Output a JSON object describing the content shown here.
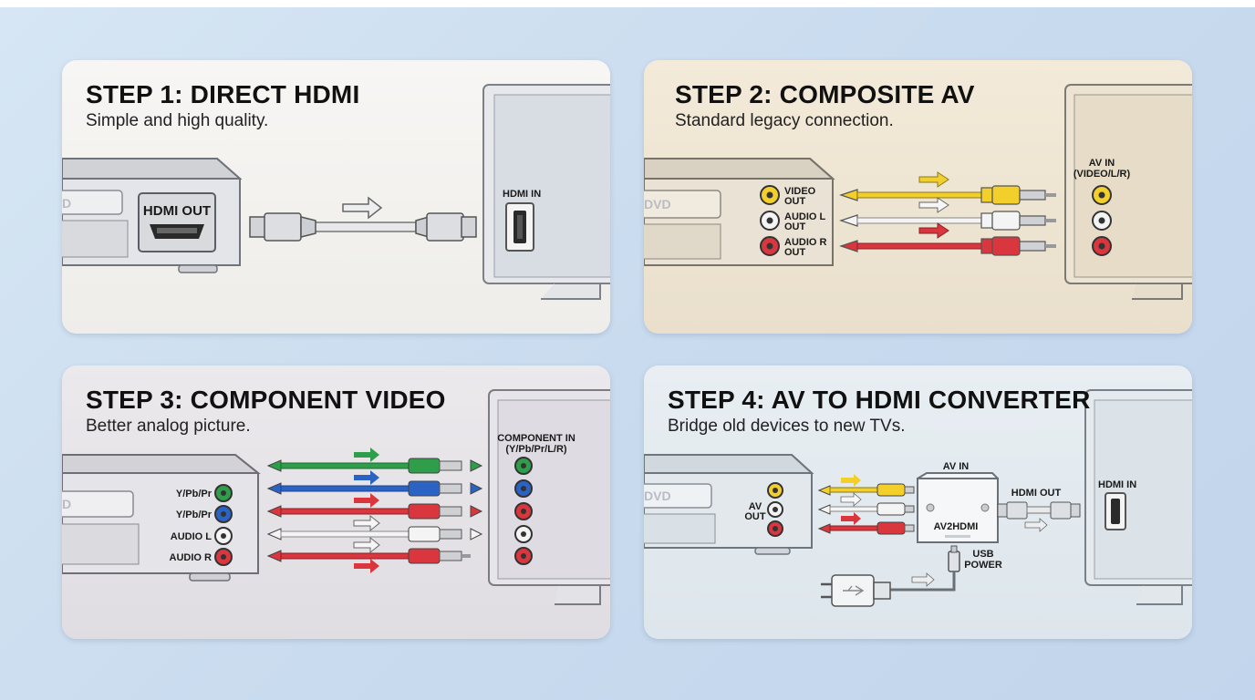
{
  "steps": [
    {
      "title": "STEP 1: DIRECT HDMI",
      "subtitle": "Simple and high quality.",
      "labels": {
        "dvd": "D",
        "hdmi_out": "HDMI OUT",
        "hdmi_in": "HDMI IN"
      }
    },
    {
      "title": "STEP 2: COMPOSITE AV",
      "subtitle": "Standard legacy connection.",
      "labels": {
        "dvd": "DVD",
        "video_out_1": "VIDEO",
        "video_out_2": "OUT",
        "audio_l_1": "AUDIO L",
        "audio_l_2": "OUT",
        "audio_r_1": "AUDIO R",
        "audio_r_2": "OUT",
        "av_in_1": "AV IN",
        "av_in_2": "(VIDEO/L/R)"
      }
    },
    {
      "title": "STEP 3: COMPONENT VIDEO",
      "subtitle": "Better analog picture.",
      "labels": {
        "dvd": "D",
        "y1": "Y/Pb/Pr",
        "y2": "Y/Pb/Pr",
        "audio_l": "AUDIO L",
        "audio_r": "AUDIO R",
        "comp_in_1": "COMPONENT IN",
        "comp_in_2": "(Y/Pb/Pr/L/R)"
      }
    },
    {
      "title": "STEP 4: AV TO HDMI CONVERTER",
      "subtitle": "Bridge old devices to new TVs.",
      "labels": {
        "dvd": "DVD",
        "av_out_1": "AV",
        "av_out_2": "OUT",
        "av_in": "AV IN",
        "converter": "AV2HDMI",
        "hdmi_out": "HDMI OUT",
        "hdmi_in": "HDMI IN",
        "usb_1": "USB",
        "usb_2": "POWER"
      }
    }
  ],
  "colors": {
    "yellow": "#f2cf2b",
    "white": "#f2f2f2",
    "red": "#d9363e",
    "green": "#2e9e4a",
    "blue": "#2a63c4",
    "hdmi": "#d5d8de"
  }
}
